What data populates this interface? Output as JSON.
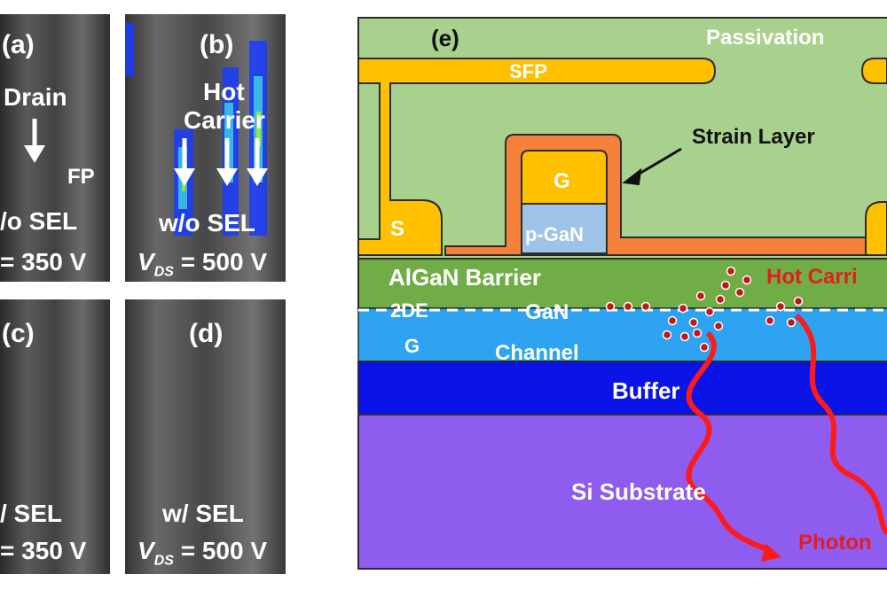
{
  "panels": {
    "a": {
      "letter": "(a)",
      "drain": "Drain",
      "fp": "FP",
      "sel": "/o SEL",
      "vds": "= 350 V"
    },
    "b": {
      "letter": "(b)",
      "hot": "Hot",
      "carrier": "Carrier",
      "sel": "w/o SEL",
      "v": "V",
      "sub": "DS",
      "rest": " = 500 V"
    },
    "c": {
      "letter": "(c)",
      "sel": "/ SEL",
      "vds": "= 350 V"
    },
    "d": {
      "letter": "(d)",
      "sel": "w/ SEL",
      "v": "V",
      "sub": "DS",
      "rest": " = 500 V"
    }
  },
  "diagram": {
    "letter": "(e)",
    "passivation": "Passivation",
    "sfp": "SFP",
    "strain_layer": "Strain Layer",
    "gate": "G",
    "pgan": "p-GaN",
    "source": "S",
    "barrier": "AlGaN Barrier",
    "twodeg": "2DE",
    "gan": "GaN",
    "g_fragment": "G",
    "channel": "Channel",
    "buffer": "Buffer",
    "hot_carrier": "Hot Carri",
    "substrate": "Si Substrate",
    "photon": "Photon",
    "colors": {
      "passivation": "#a9d18e",
      "metal": "#ffc000",
      "strain": "#f4823a",
      "pgan": "#9dc3e6",
      "barrier": "#70ad47",
      "channel": "#2ea3f2",
      "buffer": "#0a14e6",
      "substrate": "#8f5cf0",
      "hot_text": "#e02020",
      "photon": "#ff1a1a"
    }
  }
}
